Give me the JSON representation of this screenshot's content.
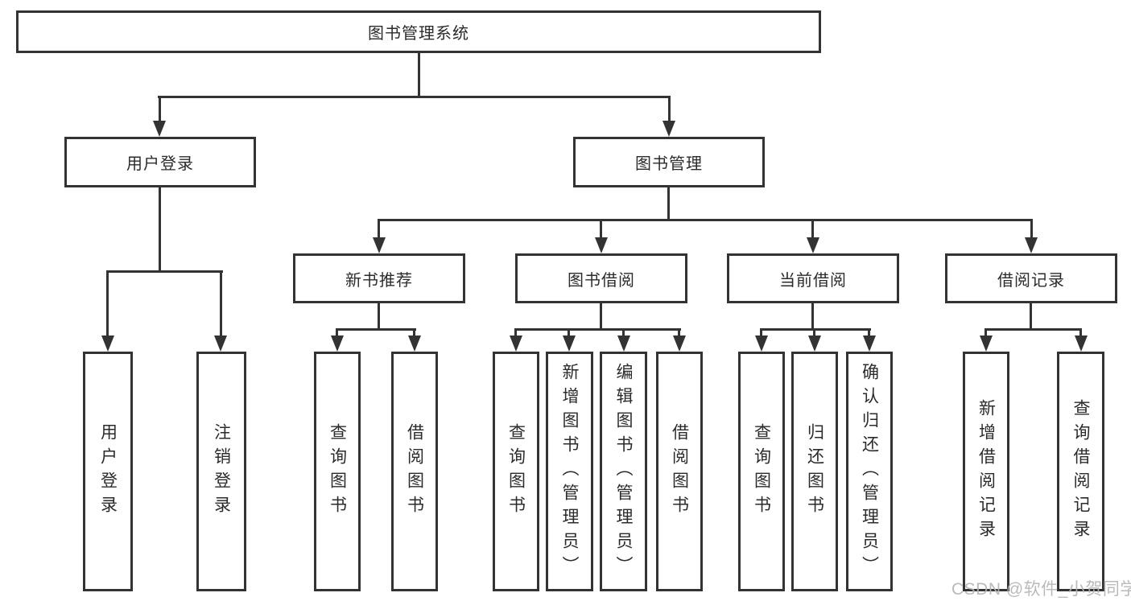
{
  "colors": {
    "line": "#333333",
    "text": "#2b2b2b",
    "watermark": "#b4b4b4",
    "background": "#ffffff"
  },
  "diagram": {
    "root": "图书管理系统",
    "user_login": {
      "label": "用户登录",
      "leaves": [
        "用户登录",
        "注销登录"
      ]
    },
    "book_mgmt": {
      "label": "图书管理",
      "sections": [
        {
          "label": "新书推荐",
          "leaves": [
            "查询图书",
            "借阅图书"
          ]
        },
        {
          "label": "图书借阅",
          "leaves": [
            "查询图书",
            "新增图书（管理员）",
            "编辑图书（管理员）",
            "借阅图书"
          ]
        },
        {
          "label": "当前借阅",
          "leaves": [
            "查询图书",
            "归还图书",
            "确认归还（管理员）"
          ]
        },
        {
          "label": "借阅记录",
          "leaves": [
            "新增借阅记录",
            "查询借阅记录"
          ]
        }
      ]
    }
  },
  "watermark": "CSDN @软件_小贺同学"
}
